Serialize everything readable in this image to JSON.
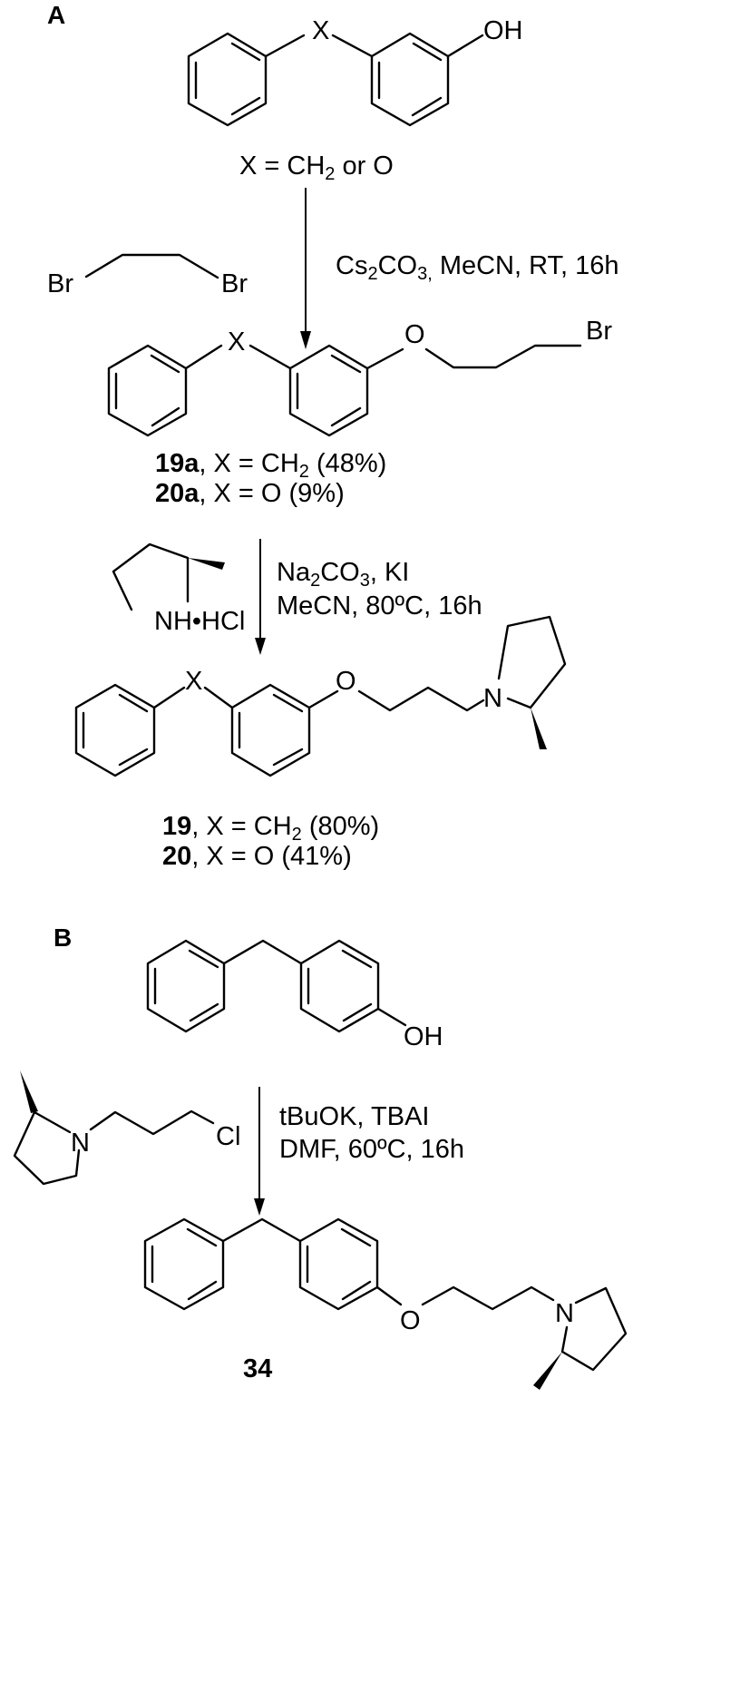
{
  "panels": {
    "a": "A",
    "b": "B"
  },
  "scheme_a": {
    "start_x_atom": "X",
    "start_oh": "OH",
    "start_caption": {
      "pre": "X = CH",
      "sub": "2",
      "post": " or O"
    },
    "reagent1_br_left": "Br",
    "reagent1_br_right": "Br",
    "step1_conditions": {
      "a": "Cs",
      "a_sub": "2",
      "b": "CO",
      "b_sub": "3,",
      "c": " MeCN, RT, 16h"
    },
    "inter_x_atom": "X",
    "inter_o_atom": "O",
    "inter_br": "Br",
    "inter_line1": {
      "id": "19a",
      "pre": ", X = CH",
      "sub": "2",
      "post": " (48%)"
    },
    "inter_line2": {
      "id": "20a",
      "rest": ", X = O (9%)"
    },
    "reagent2_label": "NH•HCl",
    "step2_line1": {
      "pre": "Na",
      "sub": "2",
      "post": "CO",
      "sub2": "3",
      "post2": ", KI"
    },
    "step2_line2": "MeCN, 80ºC, 16h",
    "prod_x_atom": "X",
    "prod_o_atom": "O",
    "prod_n_atom": "N",
    "prod_line1": {
      "id": "19",
      "pre": ", X = CH",
      "sub": "2",
      "post": " (80%)"
    },
    "prod_line2": {
      "id": "20",
      "rest": ", X = O (41%)"
    }
  },
  "scheme_b": {
    "start_oh": "OH",
    "reagent_n": "N",
    "reagent_cl": "Cl",
    "step_line1": "tBuOK, TBAI",
    "step_line2": "DMF, 60ºC, 16h",
    "prod_o_atom": "O",
    "prod_n_atom": "N",
    "prod_id": "34"
  }
}
